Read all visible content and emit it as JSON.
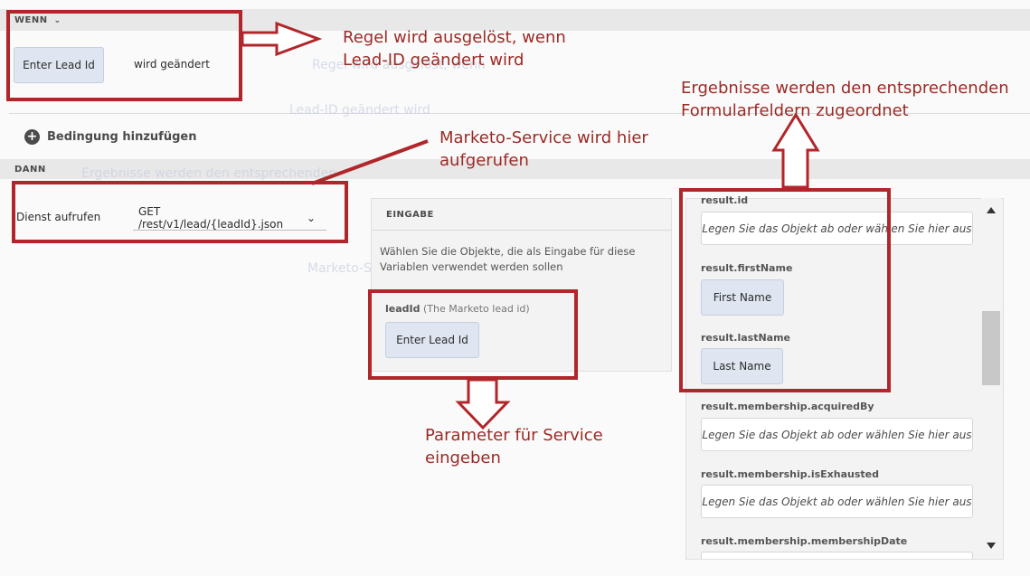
{
  "when": {
    "header": "WENN",
    "token": "Enter Lead Id",
    "condition": "wird geändert",
    "add_condition": "Bedingung hinzufügen"
  },
  "then": {
    "header": "DANN",
    "action": "Dienst aufrufen",
    "service": "GET /rest/v1/lead/{leadId}.json"
  },
  "input_panel": {
    "title": "EINGABE",
    "description": "Wählen Sie die Objekte, die als Eingabe für diese Variablen verwendet werden sollen",
    "param_name": "leadId",
    "param_desc": "(The Marketo lead id)",
    "param_token": "Enter Lead Id"
  },
  "output_panel": {
    "fields": [
      {
        "label": "result.id",
        "value": "Legen Sie das Objekt ab oder wählen Sie hier aus"
      },
      {
        "label": "result.firstName",
        "value": "First Name"
      },
      {
        "label": "result.lastName",
        "value": "Last Name"
      },
      {
        "label": "result.membership.acquiredBy",
        "value": "Legen Sie das Objekt ab oder wählen Sie hier aus"
      },
      {
        "label": "result.membership.isExhausted",
        "value": "Legen Sie das Objekt ab oder wählen Sie hier aus"
      },
      {
        "label": "result.membership.membershipDate",
        "value": ""
      }
    ]
  },
  "annotations": {
    "trigger": "Regel wird ausgelöst, wenn Lead-ID geändert wird",
    "service": "Marketo-Service wird hier aufgerufen",
    "results": "Ergebnisse werden den entsprechenden Formularfeldern zugeordnet",
    "params": "Parameter für Service eingeben"
  },
  "colors": {
    "annotation_red": "#b0262a",
    "token_blue": "#dfe6f1"
  }
}
